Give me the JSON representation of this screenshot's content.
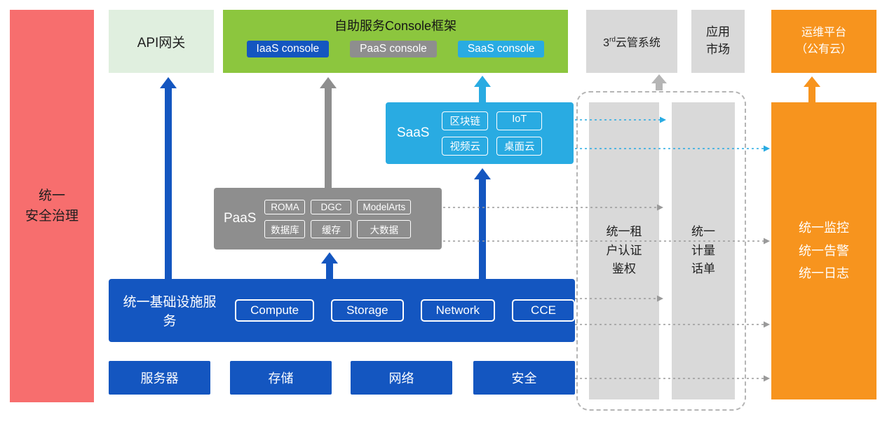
{
  "colors": {
    "red": "#F76E6E",
    "light_green": "#E0EFDF",
    "green": "#8CC63E",
    "blue": "#1456C0",
    "gray": "#8E8E8E",
    "cyan": "#29ABE2",
    "light_gray": "#D9D9D9",
    "orange": "#F7941E"
  },
  "diagram": {
    "security_bar": {
      "label": "统一\n安全治理"
    },
    "api_gateway": {
      "label": "API网关"
    },
    "console_framework": {
      "title": "自助服务Console框架",
      "consoles": [
        "IaaS console",
        "PaaS console",
        "SaaS console"
      ]
    },
    "third_party_cloud": {
      "prefix": "3",
      "superscript": "rd",
      "suffix": "云管系统"
    },
    "app_market": {
      "label": "应用\n市场"
    },
    "ops_platform": {
      "label": "运维平台\n（公有云）"
    },
    "saas": {
      "label": "SaaS",
      "items": [
        "区块链",
        "IoT",
        "视频云",
        "桌面云"
      ]
    },
    "paas": {
      "label": "PaaS",
      "items": [
        "ROMA",
        "DGC",
        "ModelArts",
        "数据库",
        "缓存",
        "大数据"
      ]
    },
    "infrastructure": {
      "label": "统一基础设施服务",
      "items": [
        "Compute",
        "Storage",
        "Network",
        "CCE"
      ]
    },
    "resources": [
      "服务器",
      "存储",
      "网络",
      "安全"
    ],
    "auth_bar": {
      "label": "统一租\n户认证\n鉴权"
    },
    "metering_bar": {
      "label": "统一\n计量\n话单"
    },
    "monitoring": {
      "label": "统一监控\n统一告警\n统一日志"
    }
  }
}
